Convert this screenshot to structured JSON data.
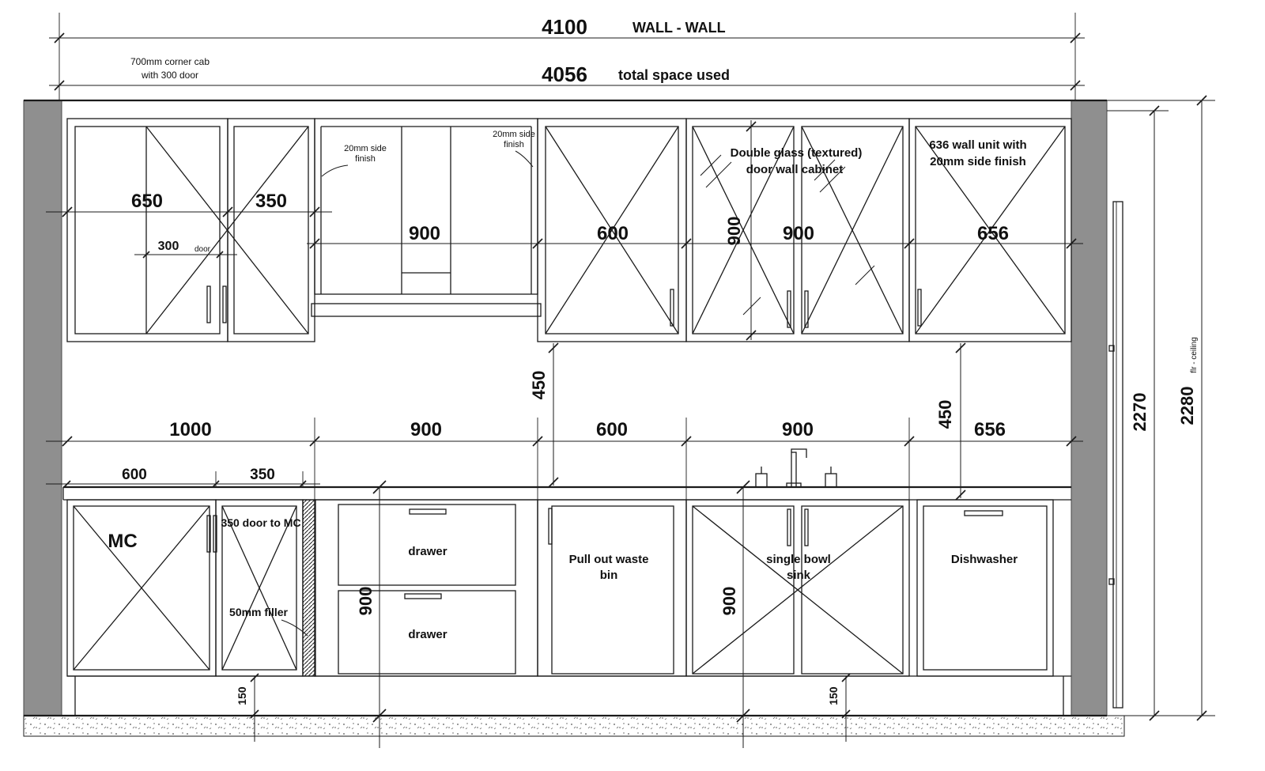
{
  "colors": {
    "line": "#1b1b1b",
    "wall": "#8f8f8f"
  },
  "top": {
    "dim4100": "4100",
    "wall_wall": "WALL - WALL",
    "dim4056": "4056",
    "total_space": "total space used",
    "corner_note1": "700mm corner cab",
    "corner_note2": "with 300 door"
  },
  "wall_units": {
    "w650": "650",
    "w350": "350",
    "w900_hood": "900",
    "w600": "600",
    "w900_glass": "900",
    "w656": "656",
    "h900": "900",
    "d300": "300",
    "door_word": "door",
    "finishA1": "20mm side",
    "finishA2": "finish",
    "finishB1": "20mm side",
    "finishB2": "finish",
    "glass1": "Double glass (textured)",
    "glass2": "door wall cabinet",
    "u636_1": "636 wall unit with",
    "u636_2": "20mm side finish"
  },
  "gaps": {
    "g450_left": "450",
    "g450_right": "450"
  },
  "base_dims": {
    "b1000": "1000",
    "b900a": "900",
    "b600": "600",
    "b900b": "900",
    "b656": "656",
    "sub600": "600",
    "sub350": "350"
  },
  "base_units": {
    "mc": "MC",
    "door_to_mc": "350 door to MC",
    "filler": "50mm filler",
    "drawer_top": "drawer",
    "drawer_bottom": "drawer",
    "h900_drawers": "900",
    "waste1": "Pull out waste",
    "waste2": "bin",
    "sink1": "single bowl",
    "sink2": "sink",
    "h900_sink": "900",
    "dishwasher": "Dishwasher",
    "plinth150_left": "150",
    "plinth150_right": "150"
  },
  "right_dims": {
    "d2270": "2270",
    "d2280": "2280",
    "flr_ceiling": "flr - ceiling"
  }
}
